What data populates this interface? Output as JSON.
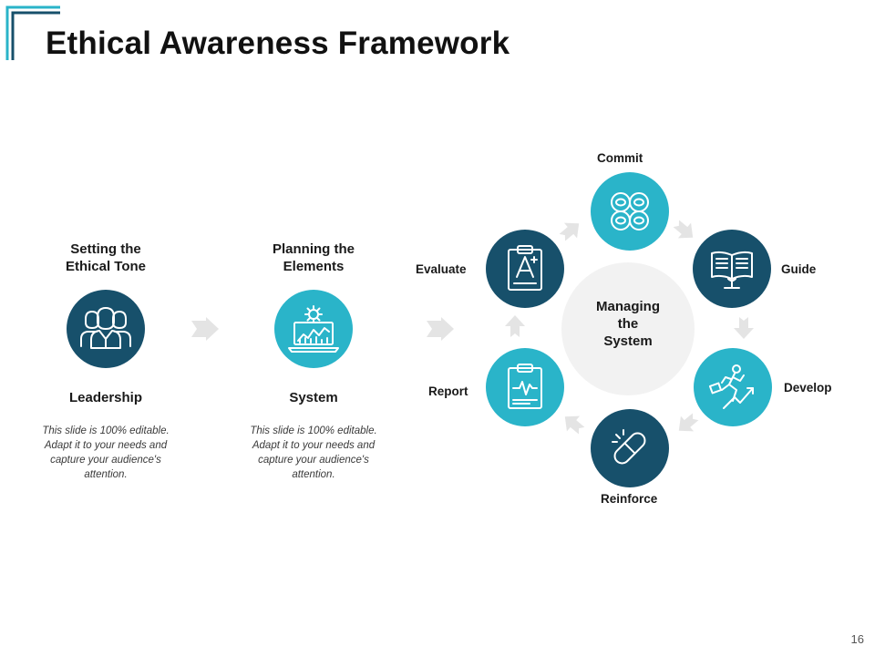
{
  "slide": {
    "title": "Ethical Awareness Framework",
    "page_number": "16"
  },
  "colors": {
    "dark_teal": "#17506b",
    "light_teal": "#2ab4c9",
    "hub_gray": "#f2f2f2",
    "arrow_gray": "#e4e4e4"
  },
  "steps": [
    {
      "heading": "Setting the\nEthical Tone",
      "icon": "team-people-icon",
      "label": "Leadership",
      "description": "This slide is 100% editable. Adapt it to your needs and capture your audience's attention."
    },
    {
      "heading": "Planning the\nElements",
      "icon": "laptop-chart-gear-icon",
      "label": "System",
      "description": "This slide is 100% editable. Adapt it to your needs and capture your audience's attention."
    }
  ],
  "cycle": {
    "hub_text": "Managing\nthe\nSystem",
    "nodes": [
      {
        "label": "Commit",
        "icon": "cells-icon"
      },
      {
        "label": "Guide",
        "icon": "book-icon"
      },
      {
        "label": "Develop",
        "icon": "runner-growth-icon"
      },
      {
        "label": "Reinforce",
        "icon": "capsule-icon"
      },
      {
        "label": "Report",
        "icon": "clipboard-pulse-icon"
      },
      {
        "label": "Evaluate",
        "icon": "clipboard-grade-icon"
      }
    ]
  }
}
